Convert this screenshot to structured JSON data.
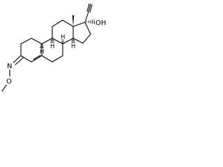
{
  "atoms": {
    "hydroxyl": "OH",
    "oxime_n": "N",
    "methoxy_o": "O",
    "h_c8": "H",
    "h_c9": "H",
    "h_c10": "H",
    "h_c14": "H"
  },
  "colors": {
    "ink": "#000000",
    "background": "#ffffff"
  }
}
